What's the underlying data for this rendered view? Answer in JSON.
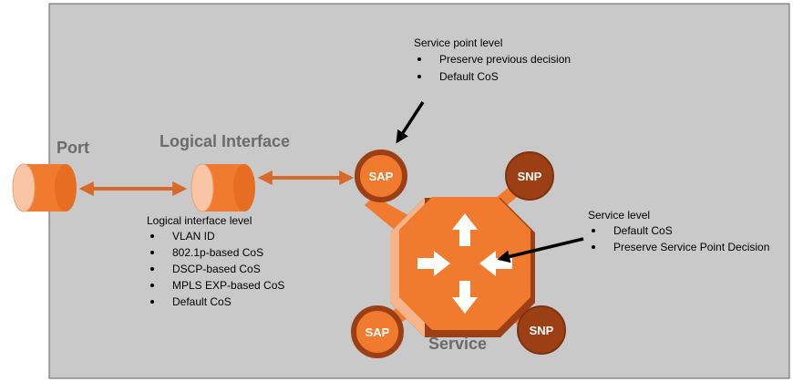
{
  "colors": {
    "panel_fill": "#c9c9c9",
    "panel_border": "#5f5f5f",
    "accent_orange": "#f07b2e",
    "light_orange": "#f5b48a",
    "dark_brown": "#9c3f15",
    "label_gray": "#6b6b6b"
  },
  "labels": {
    "port": "Port",
    "logical_interface": "Logical Interface",
    "service": "Service"
  },
  "nodes": {
    "sap_top": "SAP",
    "snp_top": "SNP",
    "sap_bottom": "SAP",
    "snp_bottom": "SNP"
  },
  "notes": {
    "service_point": {
      "title": "Service point level",
      "items": [
        "Preserve previous decision",
        "Default CoS"
      ]
    },
    "logical_interface": {
      "title": "Logical interface level",
      "items": [
        "VLAN ID",
        "802.1p-based CoS",
        "DSCP-based CoS",
        "MPLS EXP-based CoS",
        "Default CoS"
      ]
    },
    "service": {
      "title": "Service level",
      "items": [
        "Default CoS",
        "Preserve Service Point Decision"
      ]
    }
  },
  "icons": {
    "port": "cylinder-icon",
    "logical_interface": "cylinder-icon",
    "service": "service-switch-icon"
  }
}
